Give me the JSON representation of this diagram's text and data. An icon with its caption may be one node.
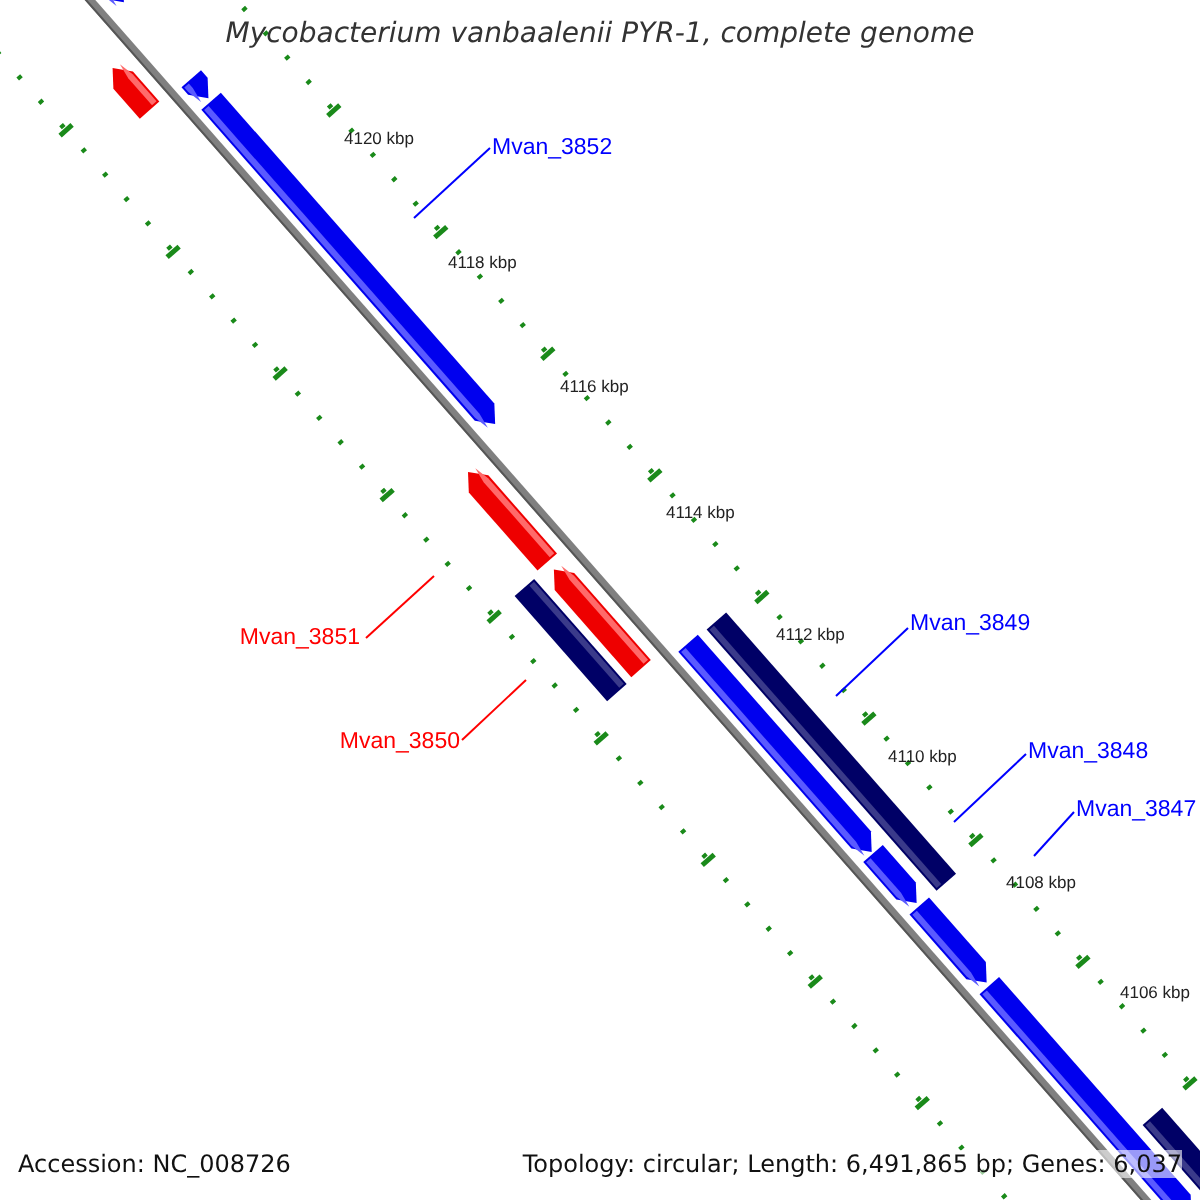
{
  "diagram": {
    "title": "Mycobacterium vanbaalenii PYR-1, complete genome",
    "nodes": [
      {
        "text": [
          "Mvan_3852"
        ]
      },
      {
        "text": [
          "Mvan_3851"
        ]
      },
      {
        "text": [
          "Mvan_3850"
        ]
      },
      {
        "text": [
          "Mvan_3849"
        ]
      },
      {
        "text": [
          "Mvan_3848"
        ]
      },
      {
        "text": [
          "Mvan_3847"
        ]
      }
    ],
    "edges": [
      {
        "from": 0,
        "to": null,
        "arrow": "none"
      },
      {
        "from": 1,
        "to": null,
        "arrow": "none",
        "color": "#ff0000"
      },
      {
        "from": 2,
        "to": null,
        "arrow": "none",
        "color": "#ff0000"
      },
      {
        "from": 3,
        "to": null,
        "arrow": "none"
      },
      {
        "from": 4,
        "to": null,
        "arrow": "none"
      },
      {
        "from": 5,
        "to": null,
        "arrow": "none"
      }
    ],
    "labels": [
      "4120 kbp",
      "4118 kbp",
      "4116 kbp",
      "4114 kbp",
      "4112 kbp",
      "4110 kbp",
      "4108 kbp",
      "4106 kbp",
      "Accession: NC_008726",
      "Topology: circular; Length: 6,491,865 bp; Genes: 6,037"
    ]
  }
}
